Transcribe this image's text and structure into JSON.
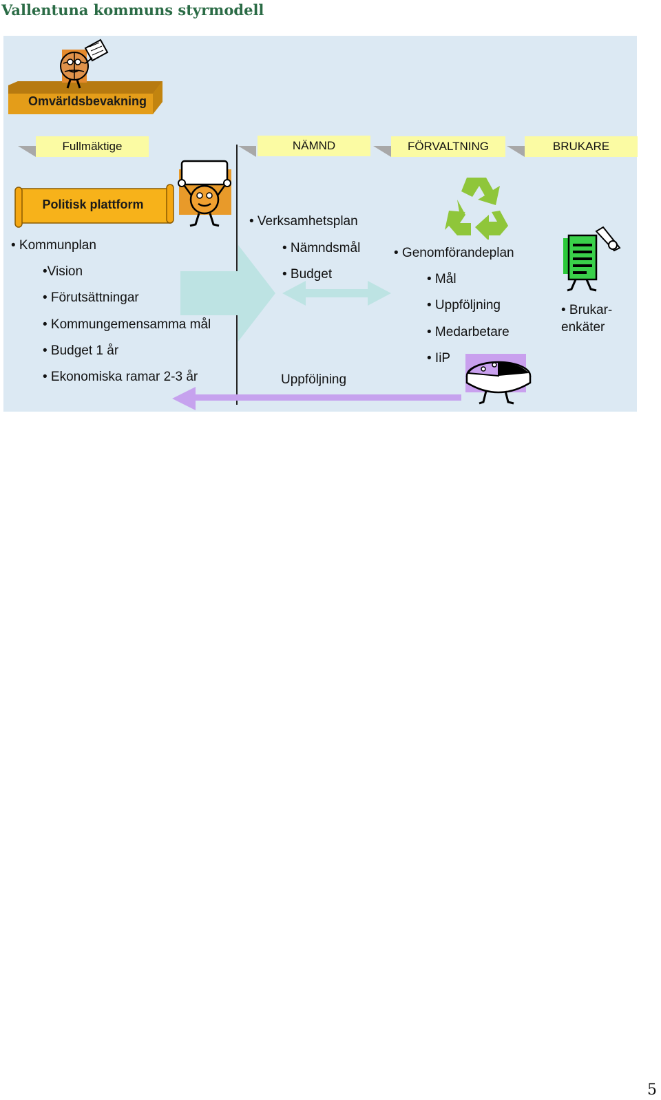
{
  "title": "Vallentuna kommuns styrmodell",
  "omvarld": {
    "label": "Omvärldsbevakning"
  },
  "headers": {
    "fullmaktige": "Fullmäktige",
    "namnd": "NÄMND",
    "forvaltning": "FÖRVALTNING",
    "brukare": "BRUKARE"
  },
  "politisk": {
    "label": "Politisk plattform"
  },
  "kommun": {
    "kommunplan": "• Kommunplan",
    "vision": "•Vision",
    "forutsattningar": "• Förutsättningar",
    "gemensamma": "• Kommungemensamma mål",
    "budget": "• Budget 1 år",
    "ramar": "• Ekonomiska ramar 2-3 år"
  },
  "namnd": {
    "verksamhetsplan": "• Verksamhetsplan",
    "namndsmal": "• Nämndsmål",
    "budget": "• Budget",
    "uppfoljning": "Uppföljning"
  },
  "forvaltning": {
    "genomforandeplan": "• Genomförandeplan",
    "mal": "• Mål",
    "uppfoljning": "• Uppföljning",
    "medarbetare": "• Medarbetare",
    "iip": "• IiP"
  },
  "brukare": {
    "line1": "• Brukar-",
    "line2": "enkäter"
  },
  "page_number": "5",
  "icons": {
    "globe": "globe-news-icon",
    "sign": "sign-holder-icon",
    "recycle": "recycle-icon",
    "document": "document-pen-icon",
    "pie": "pie-chart-character-icon"
  },
  "colors": {
    "title": "#2a6b45",
    "panel": "#dce9f3",
    "header_box": "#fbfba3",
    "omv_box": "#d99a1a",
    "scroll": "#f7b21a",
    "big_arrow": "#bde3e3",
    "purple_arrow": "#c6a2ee",
    "recycle": "#8fc63a"
  }
}
